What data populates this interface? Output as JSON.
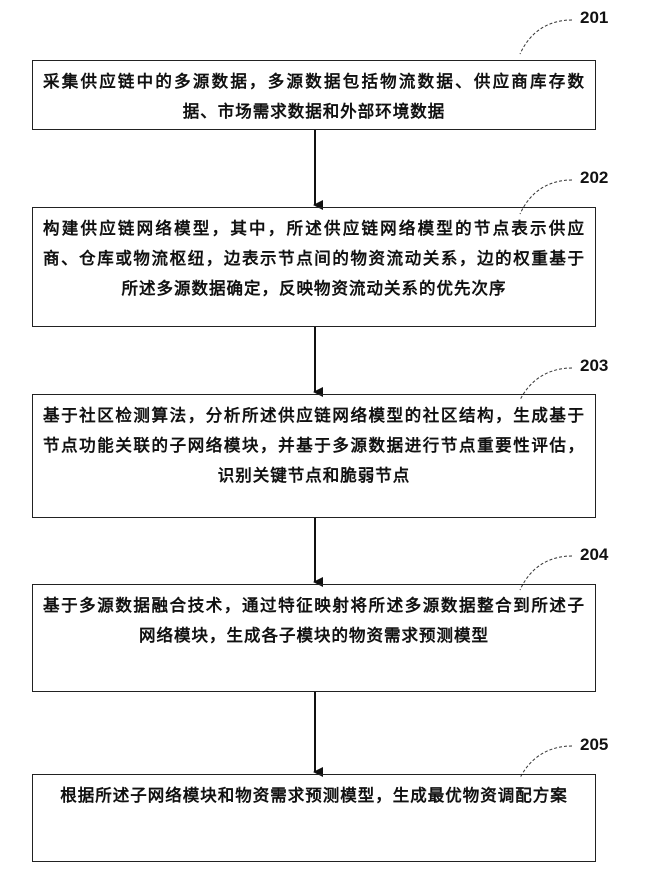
{
  "steps": [
    {
      "id": "201",
      "text": "采集供应链中的多源数据，多源数据包括物流数据、供应商库存数据、市场需求数据和外部环境数据"
    },
    {
      "id": "202",
      "text": "构建供应链网络模型，其中，所述供应链网络模型的节点表示供应商、仓库或物流枢纽，边表示节点间的物资流动关系，边的权重基于所述多源数据确定，反映物资流动关系的优先次序"
    },
    {
      "id": "203",
      "text": "基于社区检测算法，分析所述供应链网络模型的社区结构，生成基于节点功能关联的子网络模块，并基于多源数据进行节点重要性评估，识别关键节点和脆弱节点"
    },
    {
      "id": "204",
      "text": "基于多源数据融合技术，通过特征映射将所述多源数据整合到所述子网络模块，生成各子模块的物资需求预测模型"
    },
    {
      "id": "205",
      "text": "根据所述子网络模块和物资需求预测模型，生成最优物资调配方案"
    }
  ]
}
